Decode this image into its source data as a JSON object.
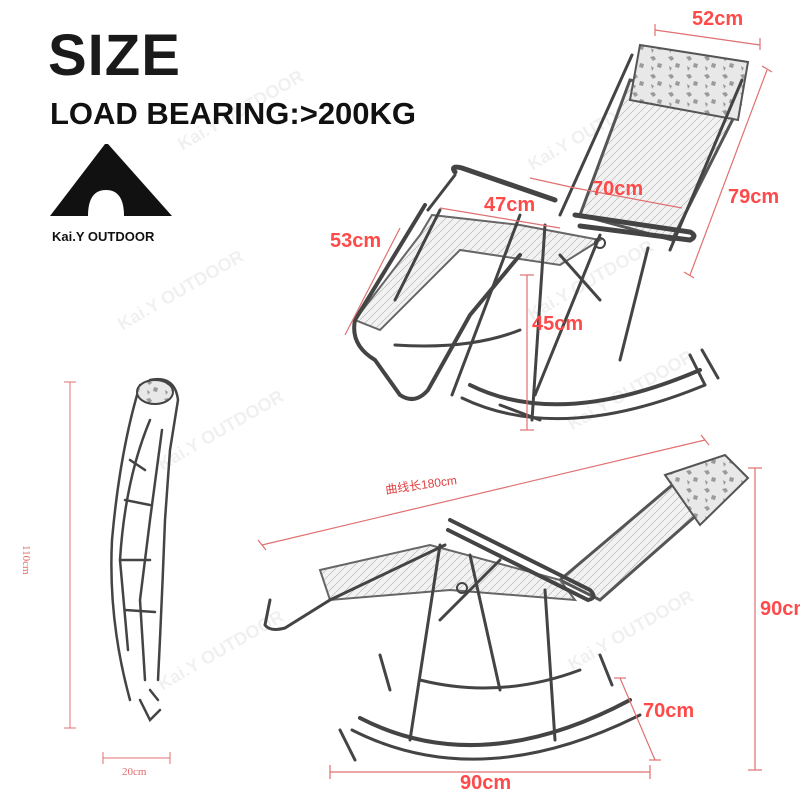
{
  "header": {
    "title": "SIZE",
    "load_bearing": "LOAD BEARING:>200KG"
  },
  "brand": {
    "logo_text": "Kai.Y OUTDOOR",
    "watermark": "Kai.Y OUTDOOR"
  },
  "dimensions": {
    "top_chair": {
      "width_top": "52cm",
      "height_back": "79cm",
      "seat_width": "70cm",
      "armrest_gap": "47cm",
      "seat_depth": "53cm",
      "seat_height": "45cm"
    },
    "folded": {
      "height": "110cm",
      "width": "20cm"
    },
    "reclined": {
      "curve_length": "曲线长180cm",
      "height": "90cm",
      "base_length": "90cm",
      "rocker_height": "70cm"
    }
  },
  "colors": {
    "dimension_text": "#ff4a4a",
    "dimension_line": "#e07070",
    "title": "#1a1a1a"
  }
}
